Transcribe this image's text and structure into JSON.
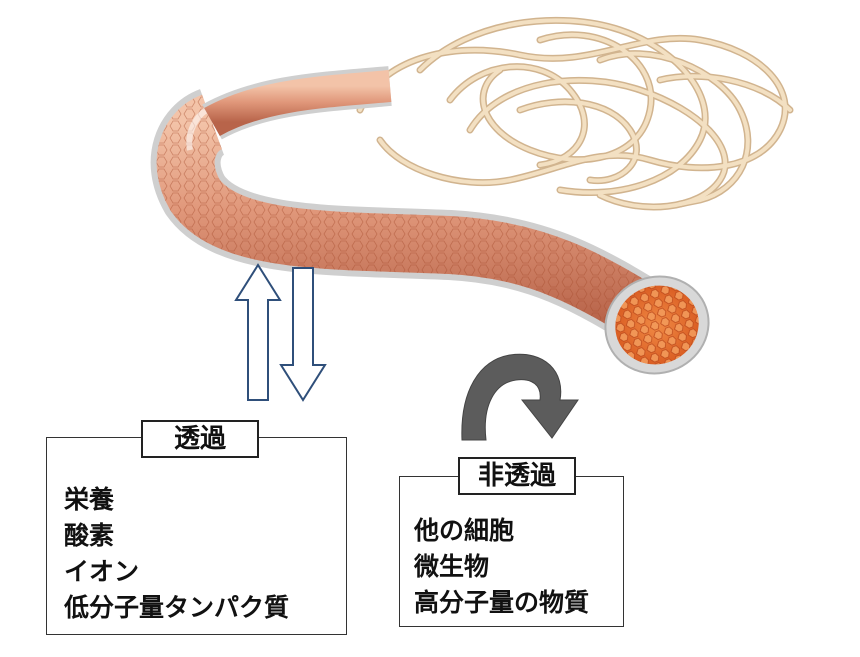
{
  "permeable": {
    "title": "透過",
    "items": [
      "栄養",
      "酸素",
      "イオン",
      "低分子量タンパク質"
    ]
  },
  "non_permeable": {
    "title": "非透過",
    "items": [
      "他の細胞",
      "微生物",
      "高分子量の物質"
    ]
  },
  "colors": {
    "fiber_body": "#e0977a",
    "fiber_cut": "#e8702e",
    "fiber_sheath": "#dcdcdc",
    "coil": "#eed4ad",
    "deflect_arrow": "#5c5c5c",
    "exchange_arrow_outline": "#2f4f7a"
  }
}
